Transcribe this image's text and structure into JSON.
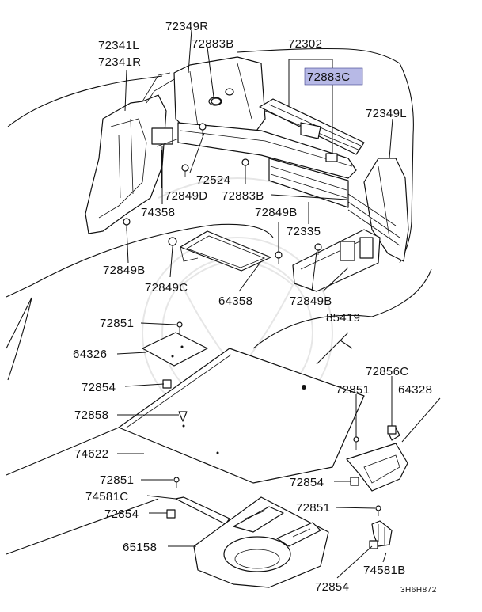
{
  "diagram": {
    "highlight_color": "#b7b9e6",
    "drawing_code": "3H6H872",
    "parts": [
      {
        "id": "p-72349R",
        "text": "72349R"
      },
      {
        "id": "p-72883B-top",
        "text": "72883B"
      },
      {
        "id": "p-72302",
        "text": "72302"
      },
      {
        "id": "p-72341L",
        "text": "72341L"
      },
      {
        "id": "p-72341R",
        "text": "72341R"
      },
      {
        "id": "p-72883C",
        "text": "72883C"
      },
      {
        "id": "p-72349L",
        "text": "72349L"
      },
      {
        "id": "p-72524",
        "text": "72524"
      },
      {
        "id": "p-72849D",
        "text": "72849D"
      },
      {
        "id": "p-72883B-mid",
        "text": "72883B"
      },
      {
        "id": "p-74358",
        "text": "74358"
      },
      {
        "id": "p-72849B-mid",
        "text": "72849B"
      },
      {
        "id": "p-72335",
        "text": "72335"
      },
      {
        "id": "p-72849B-left",
        "text": "72849B"
      },
      {
        "id": "p-72849C",
        "text": "72849C"
      },
      {
        "id": "p-64358",
        "text": "64358"
      },
      {
        "id": "p-72849B-low",
        "text": "72849B"
      },
      {
        "id": "p-85419",
        "text": "85419"
      },
      {
        "id": "p-72851-a",
        "text": "72851"
      },
      {
        "id": "p-64326",
        "text": "64326"
      },
      {
        "id": "p-72856C",
        "text": "72856C"
      },
      {
        "id": "p-72854-a",
        "text": "72854"
      },
      {
        "id": "p-72851-b",
        "text": "72851"
      },
      {
        "id": "p-64328",
        "text": "64328"
      },
      {
        "id": "p-72858",
        "text": "72858"
      },
      {
        "id": "p-74622",
        "text": "74622"
      },
      {
        "id": "p-72851-c",
        "text": "72851"
      },
      {
        "id": "p-72854-b",
        "text": "72854"
      },
      {
        "id": "p-74581C",
        "text": "74581C"
      },
      {
        "id": "p-72851-d",
        "text": "72851"
      },
      {
        "id": "p-72854-c",
        "text": "72854"
      },
      {
        "id": "p-65158",
        "text": "65158"
      },
      {
        "id": "p-74581B",
        "text": "74581B"
      },
      {
        "id": "p-72854-d",
        "text": "72854"
      }
    ]
  }
}
